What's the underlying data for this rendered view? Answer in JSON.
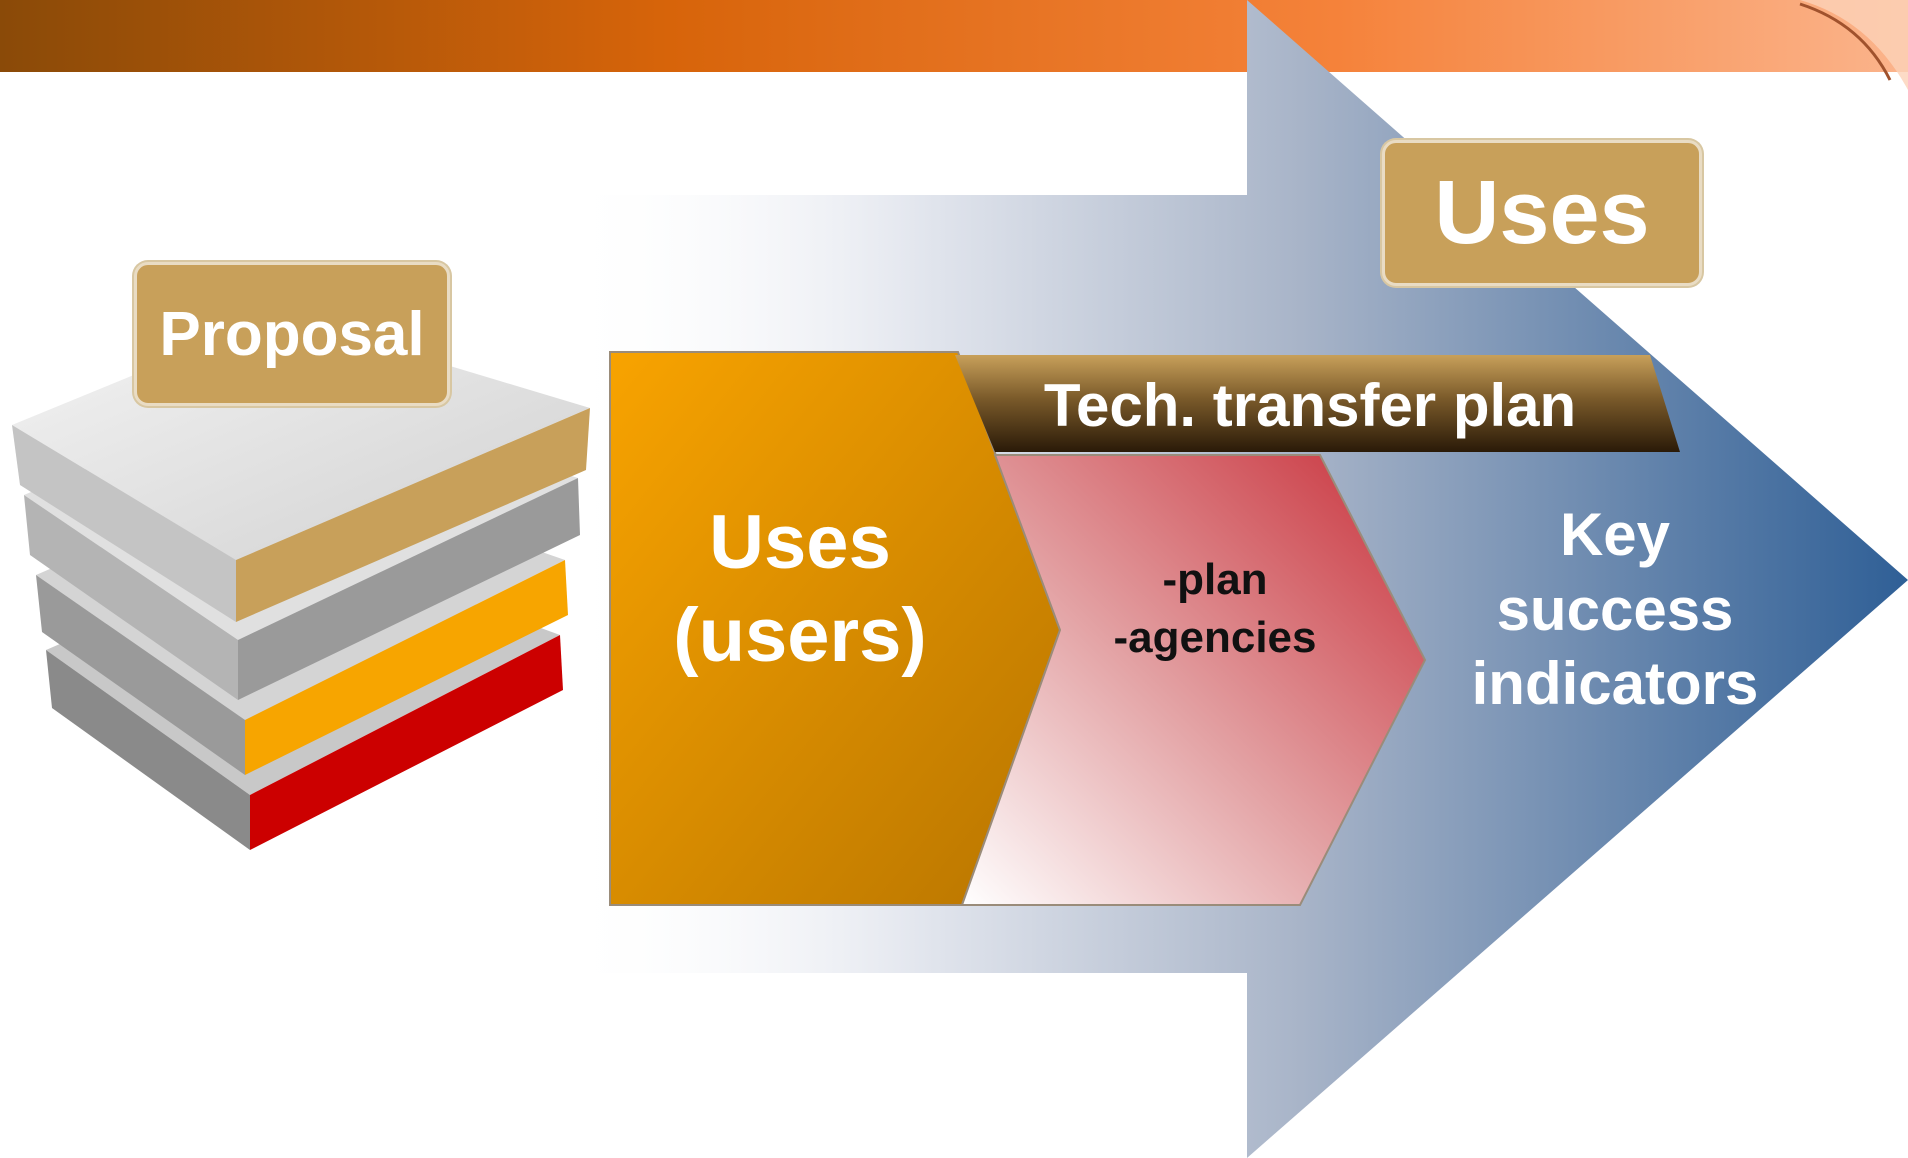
{
  "proposal_tag": "Proposal",
  "uses_tag": "Uses",
  "tech_transfer_banner": "Tech. transfer plan",
  "users_block": {
    "line1": "Uses",
    "line2": "(users)"
  },
  "plan_block": {
    "line1": "-plan",
    "line2": "-agencies"
  },
  "key_success": {
    "line1": "Key",
    "line2": "success",
    "line3": "indicators"
  },
  "colors": {
    "header_orange": "#f07a2a",
    "tan": "#c8a05a",
    "orange_block": "#f0a000",
    "red_layer": "#cc0000",
    "arrow_blue": "#2f5f96"
  }
}
